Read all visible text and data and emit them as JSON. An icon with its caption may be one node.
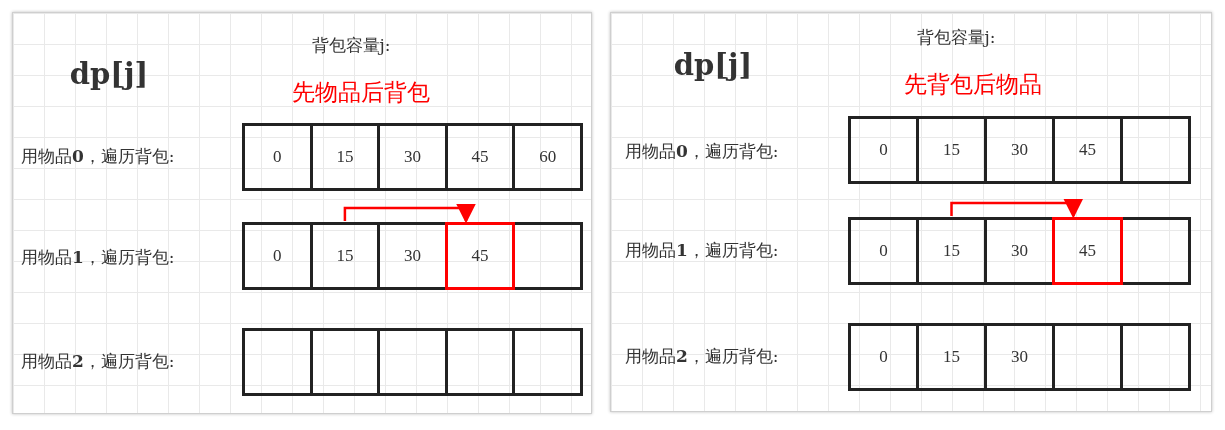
{
  "diagram": {
    "nodes": [
      {
        "text": [
          "背包容量j:",
          "dp[j]",
          "先物品后背包",
          "用物品**0**，遍历背包:",
          "用物品**1**，遍历背包:",
          "用物品**2**，遍历背包:"
        ]
      },
      {
        "text": [
          "0"
        ],
        "in": 0
      },
      {
        "text": [
          "15"
        ],
        "in": 0
      },
      {
        "text": [
          "30"
        ],
        "in": 0
      },
      {
        "text": [
          "45"
        ],
        "in": 0
      },
      {
        "text": [
          "60"
        ],
        "in": 0
      },
      {
        "text": [
          "0"
        ],
        "in": 0
      },
      {
        "text": [
          "15"
        ],
        "in": 0
      },
      {
        "text": [
          "30"
        ],
        "in": 0
      },
      {
        "text": [
          "45"
        ],
        "in": 0
      },
      {
        "text": [],
        "shape": "box",
        "in": 0
      },
      {
        "text": [],
        "shape": "box",
        "in": 0
      },
      {
        "text": [],
        "shape": "box",
        "in": 0
      },
      {
        "text": [],
        "shape": "box",
        "in": 0
      },
      {
        "text": [],
        "shape": "box",
        "in": 0
      },
      {
        "text": [],
        "shape": "box",
        "in": 0
      },
      {
        "text": [
          "背包容量j:",
          "dp[j]",
          "先背包后物品",
          "用物品**0**，遍历背包:",
          "用物品**1**，遍历背包:",
          "用物品**2**，遍历背包:"
        ]
      },
      {
        "text": [
          "0"
        ],
        "in": 16
      },
      {
        "text": [
          "15"
        ],
        "in": 16
      },
      {
        "text": [
          "30"
        ],
        "in": 16
      },
      {
        "text": [
          "45"
        ],
        "in": 16
      },
      {
        "text": [],
        "shape": "box",
        "in": 16
      },
      {
        "text": [
          "0"
        ],
        "in": 16
      },
      {
        "text": [
          "15"
        ],
        "in": 16
      },
      {
        "text": [
          "30"
        ],
        "in": 16
      },
      {
        "text": [
          "45"
        ],
        "in": 16
      },
      {
        "text": [],
        "shape": "box",
        "in": 16
      },
      {
        "text": [
          "0"
        ],
        "in": 16
      },
      {
        "text": [
          "15"
        ],
        "in": 16
      },
      {
        "text": [
          "30"
        ],
        "in": 16
      },
      {
        "text": [],
        "shape": "box",
        "in": 16
      },
      {
        "text": [],
        "shape": "box",
        "in": 16
      }
    ],
    "edges": [
      {
        "from": 7,
        "to": 9,
        "arrow": "to",
        "color": "#ff0000"
      },
      {
        "from": 23,
        "to": 25,
        "arrow": "to",
        "color": "#ff0000"
      }
    ]
  }
}
